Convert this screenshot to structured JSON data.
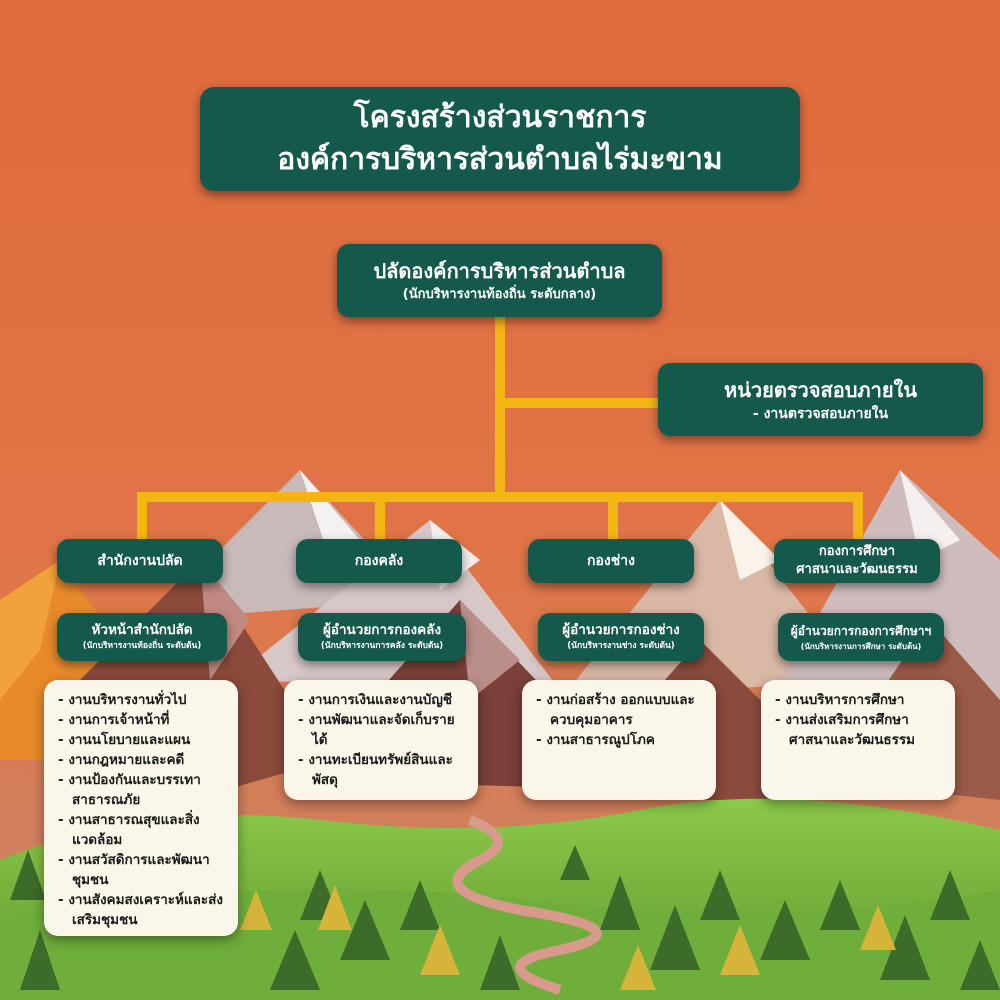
{
  "title": {
    "line1": "โครงสร้างส่วนราชการ",
    "line2": "องค์การบริหารส่วนตำบลไร่มะขาม"
  },
  "head": {
    "name": "ปลัดองค์การบริหารส่วนตำบล",
    "rank": "(นักบริหารงานท้องถิ่น ระดับกลาง)"
  },
  "audit": {
    "name": "หน่วยตรวจสอบภายใน",
    "task": "- งานตรวจสอบภายใน"
  },
  "divisions": [
    {
      "name": "สำนักงานปลัด",
      "director": "หัวหน้าสำนักปลัด",
      "director_rank": "(นักบริหารงานท้องถิ่น ระดับต้น)",
      "tasks": [
        "งานบริหารงานทั่วไป",
        "งานการเจ้าหน้าที่",
        "งานนโยบายและแผน",
        "งานกฎหมายและคดี",
        "งานป้องกันและบรรเทาสาธารณภัย",
        "งานสาธารณสุขและสิ่งแวดล้อม",
        "งานสวัสดิการและพัฒนาชุมชน",
        "งานสังคมสงเคราะห์และส่งเสริมชุมชน"
      ]
    },
    {
      "name": "กองคลัง",
      "director": "ผู้อำนวยการกองคลัง",
      "director_rank": "(นักบริหารงานการคลัง ระดับต้น)",
      "tasks": [
        "งานการเงินและงานบัญชี",
        "งานพัฒนาและจัดเก็บรายได้",
        "งานทะเบียนทรัพย์สินและพัสดุ"
      ]
    },
    {
      "name": "กองช่าง",
      "director": "ผู้อำนวยการกองช่าง",
      "director_rank": "(นักบริหารงานช่าง ระดับต้น)",
      "tasks": [
        "งานก่อสร้าง ออกแบบและควบคุมอาคาร",
        "งานสาธารณูปโภค"
      ]
    },
    {
      "name_line1": "กองการศึกษา",
      "name_line2": "ศาสนาและวัฒนธรรม",
      "director": "ผู้อำนวยการกองการศึกษาฯ",
      "director_rank": "(นักบริหารงานการศึกษา ระดับต้น)",
      "tasks": [
        "งานบริหารการศึกษา",
        "งานส่งเสริมการศึกษาศาสนาและวัฒนธรรม"
      ]
    }
  ],
  "colors": {
    "box": "#15594c",
    "connector": "#f2b614",
    "card": "#fbf6ea",
    "sky_top": "#e5703f",
    "sky_bottom": "#c9875f"
  }
}
